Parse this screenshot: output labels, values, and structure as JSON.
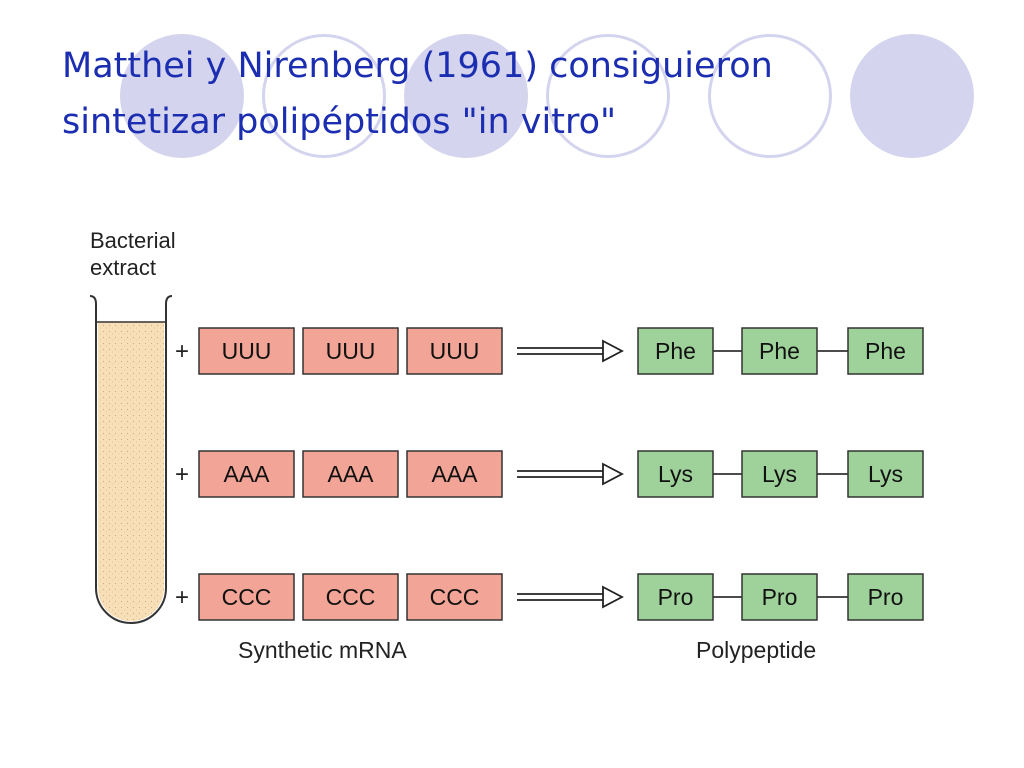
{
  "title": {
    "line1": "Matthei y Nirenberg (1961) consiguieron",
    "line2": "sintetizar polipéptidos \"in vitro\""
  },
  "diagram": {
    "tube_label_line1": "Bacterial",
    "tube_label_line2": "extract",
    "plus_symbol": "+",
    "mrna_caption": "Synthetic mRNA",
    "polypeptide_caption": "Polypeptide",
    "rows": [
      {
        "codons": [
          "UUU",
          "UUU",
          "UUU"
        ],
        "amino_acids": [
          "Phe",
          "Phe",
          "Phe"
        ]
      },
      {
        "codons": [
          "AAA",
          "AAA",
          "AAA"
        ],
        "amino_acids": [
          "Lys",
          "Lys",
          "Lys"
        ]
      },
      {
        "codons": [
          "CCC",
          "CCC",
          "CCC"
        ],
        "amino_acids": [
          "Pro",
          "Pro",
          "Pro"
        ]
      }
    ]
  },
  "colors": {
    "title": "#1b2db0",
    "mrna_box": "#f2a596",
    "amino_acid_box": "#9fd29a",
    "decor_circle": "#d4d4ee",
    "tube_fill": "#f7dfb8"
  }
}
